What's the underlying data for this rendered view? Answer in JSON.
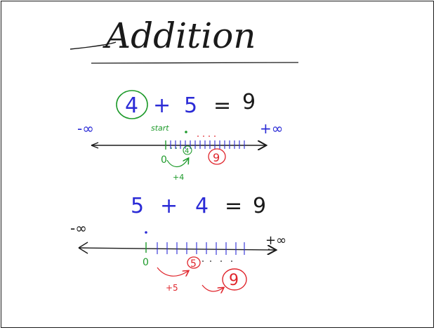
{
  "title": "Addition",
  "example1": {
    "first_addend": "4",
    "plus": "+",
    "second_addend": "5",
    "equals": "=",
    "sum": "9",
    "neg_infinity": "-∞",
    "pos_infinity": "+∞",
    "start_label": "start",
    "zero_label": "0",
    "four_label": "4",
    "nine_label": "9",
    "jump_label": "+4"
  },
  "example2": {
    "first_addend": "5",
    "plus": "+",
    "second_addend": "4",
    "equals": "=",
    "sum": "9",
    "neg_infinity": "-∞",
    "pos_infinity": "+∞",
    "zero_label": "0",
    "five_label": "5",
    "nine_label": "9",
    "jump_label": "+5"
  },
  "colors": {
    "ink": "#1a1a1a",
    "blue": "#2b2bd6",
    "green": "#1d9a2a",
    "red": "#e0242b"
  }
}
